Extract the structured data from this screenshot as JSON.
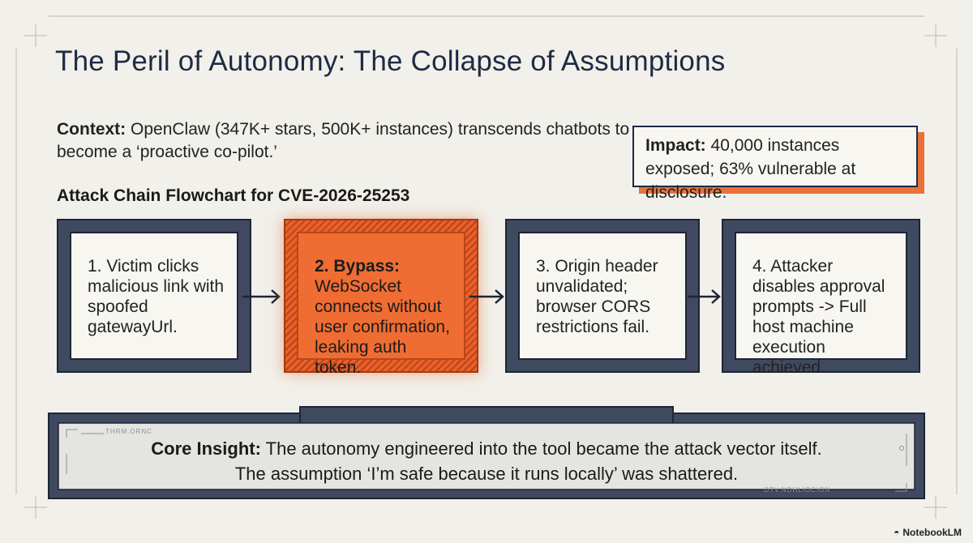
{
  "title": "The Peril of Autonomy: The Collapse of Assumptions",
  "context": {
    "label": "Context:",
    "text": " OpenClaw (347K+ stars, 500K+ instances) transcends chatbots to become a ‘proactive co-pilot.’"
  },
  "impact": {
    "label": "Impact:",
    "text": " 40,000 instances exposed; 63% vulnerable at disclosure."
  },
  "chain_title": "Attack Chain Flowchart for CVE-2026-25253",
  "steps": [
    {
      "text": "1. Victim clicks malicious link with spoofed gatewayUrl."
    },
    {
      "label": "2. Bypass:",
      "text": "WebSocket connects without user confirmation, leaking auth token."
    },
    {
      "text": "3. Origin header unvalidated; browser CORS restrictions fail."
    },
    {
      "text": "4. Attacker disables approval prompts -> Full host machine execution achieved."
    }
  ],
  "insight": {
    "label": "Core Insight:",
    "line1": " The autonomy engineered into the tool became the attack vector itself.",
    "line2": "The assumption ‘I’m safe because it runs locally’ was shattered.",
    "tag_left": "THRM.ORNC",
    "tag_right": "OTV.NDHLIOCION"
  },
  "brand": {
    "name": "NotebookLM",
    "icon": "notebooklm-logo-icon"
  },
  "colors": {
    "accent": "#e9602a",
    "navy": "#1f2a44",
    "frame": "#3f4a60",
    "background": "#f1f0ea"
  }
}
